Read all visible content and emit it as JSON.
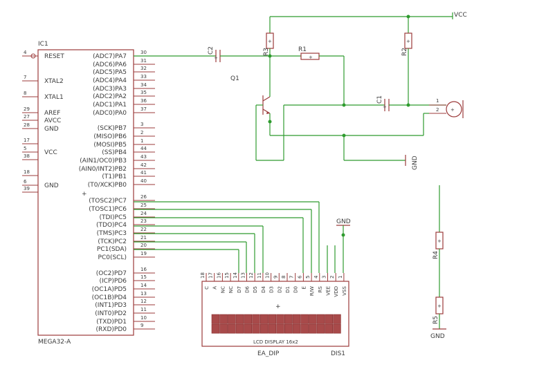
{
  "mcu": {
    "name": "IC1",
    "value": "MEGA32-A",
    "left_pins": [
      {
        "num": "4",
        "name": "RESET"
      },
      {
        "num": "7",
        "name": "XTAL2"
      },
      {
        "num": "8",
        "name": "XTAL1"
      },
      {
        "num": "29",
        "name": "AREF"
      },
      {
        "num": "27",
        "name": "AVCC"
      },
      {
        "num": "28",
        "name": "GND"
      },
      {
        "num": "17",
        "name": ""
      },
      {
        "num": "5",
        "name": "VCC"
      },
      {
        "num": "38",
        "name": ""
      },
      {
        "num": "18",
        "name": ""
      },
      {
        "num": "6",
        "name": "GND"
      },
      {
        "num": "39",
        "name": ""
      }
    ],
    "right_pins": [
      {
        "num": "30",
        "name": "(ADC7)PA7"
      },
      {
        "num": "31",
        "name": "(ADC6)PA6"
      },
      {
        "num": "32",
        "name": "(ADC5)PA5"
      },
      {
        "num": "33",
        "name": "(ADC4)PA4"
      },
      {
        "num": "34",
        "name": "(ADC3)PA3"
      },
      {
        "num": "35",
        "name": "(ADC2)PA2"
      },
      {
        "num": "36",
        "name": "(ADC1)PA1"
      },
      {
        "num": "37",
        "name": "(ADC0)PA0"
      },
      {
        "num": "3",
        "name": "(SCK)PB7"
      },
      {
        "num": "2",
        "name": "(MISO)PB6"
      },
      {
        "num": "1",
        "name": "(MOSI)PB5"
      },
      {
        "num": "44",
        "name": "(SS)PB4"
      },
      {
        "num": "43",
        "name": "(AIN1/OC0)PB3"
      },
      {
        "num": "42",
        "name": "(AIN0/INT2)PB2"
      },
      {
        "num": "41",
        "name": "(T1)PB1"
      },
      {
        "num": "40",
        "name": "(T0/XCK)PB0"
      },
      {
        "num": "26",
        "name": "(TOSC2)PC7"
      },
      {
        "num": "25",
        "name": "(TOSC1)PC6"
      },
      {
        "num": "24",
        "name": "(TDI)PC5"
      },
      {
        "num": "23",
        "name": "(TDO)PC4"
      },
      {
        "num": "22",
        "name": "(TMS)PC3"
      },
      {
        "num": "21",
        "name": "(TCK)PC2"
      },
      {
        "num": "20",
        "name": "PC1(SDA)"
      },
      {
        "num": "19",
        "name": "PC0(SCL)"
      },
      {
        "num": "16",
        "name": "(OC2)PD7"
      },
      {
        "num": "15",
        "name": "(ICP)PD6"
      },
      {
        "num": "14",
        "name": "(OC1A)PD5"
      },
      {
        "num": "13",
        "name": "(OC1B)PD4"
      },
      {
        "num": "12",
        "name": "(INT1)PD3"
      },
      {
        "num": "11",
        "name": "(INT0)PD2"
      },
      {
        "num": "10",
        "name": "(TXD)PD1"
      },
      {
        "num": "9",
        "name": "(RXD)PD0"
      }
    ]
  },
  "labels": {
    "c2": "C2",
    "q1": "Q1",
    "r3": "R3",
    "r1": "R1",
    "r2": "R2",
    "c1": "C1",
    "vcc": "VCC",
    "gnd_mic": "GND",
    "gnd_lcd": "GND",
    "gnd_r5": "GND",
    "r4": "R4",
    "r5": "R5",
    "mic_pin1": "1",
    "mic_pin2": "2",
    "lcd_caption": "LCD DISPLAY 16x2",
    "lcd_package": "EA_DIP",
    "lcd_name": "DIS1"
  },
  "lcd": {
    "pins": [
      {
        "num": "18",
        "name": "C"
      },
      {
        "num": "17",
        "name": "A"
      },
      {
        "num": "16",
        "name": "NC"
      },
      {
        "num": "15",
        "name": "NC"
      },
      {
        "num": "14",
        "name": "D7"
      },
      {
        "num": "13",
        "name": "D6"
      },
      {
        "num": "12",
        "name": "D5"
      },
      {
        "num": "11",
        "name": "D4"
      },
      {
        "num": "10",
        "name": "D3"
      },
      {
        "num": "9",
        "name": "D2"
      },
      {
        "num": "8",
        "name": "D1"
      },
      {
        "num": "7",
        "name": "D0"
      },
      {
        "num": "6",
        "name": "E"
      },
      {
        "num": "5",
        "name": "R/W"
      },
      {
        "num": "4",
        "name": "RS"
      },
      {
        "num": "3",
        "name": "VEE"
      },
      {
        "num": "2",
        "name": "VDD"
      },
      {
        "num": "1",
        "name": "VSS"
      }
    ],
    "rows": 2,
    "cols": 16
  },
  "colors": {
    "part": "#9b3a3a",
    "wire": "#2e9b2e",
    "text": "#3a3a3a"
  }
}
